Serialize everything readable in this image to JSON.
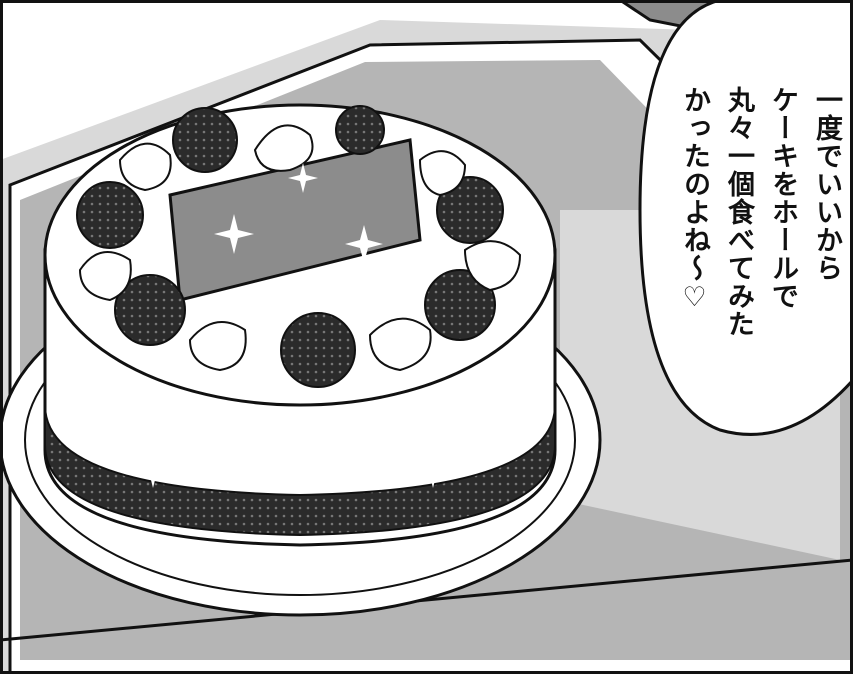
{
  "panel": {
    "scene": "whole cake on a plate",
    "speech_bubble": {
      "lines": [
        "一度でいいから",
        "ケーキをホールで",
        "丸々一個食べてみた",
        "かったのよね〜♡"
      ]
    }
  },
  "colors": {
    "ink": "#111111",
    "paper": "#ffffff",
    "screentone_light": "#d9d9d9",
    "screentone_mid": "#b5b5b5",
    "screentone_dark": "#8c8c8c"
  }
}
